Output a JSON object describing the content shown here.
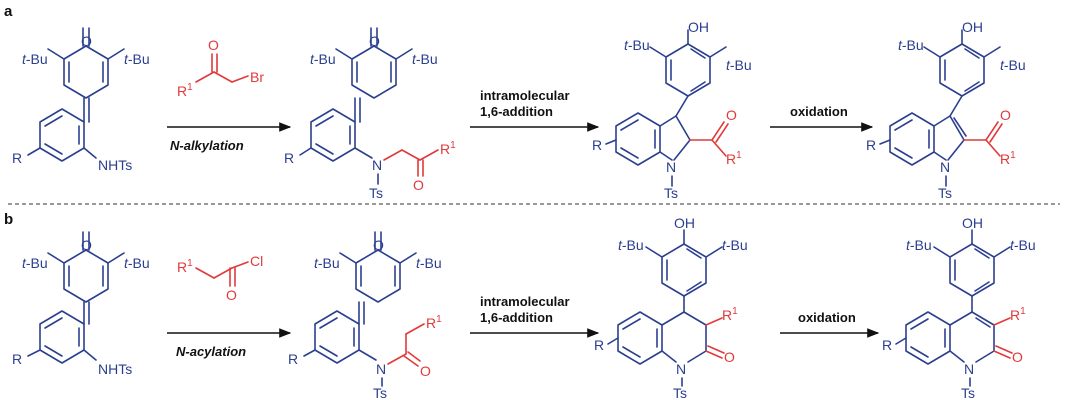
{
  "panels": {
    "a": "a",
    "b": "b"
  },
  "atoms": {
    "O": "O",
    "OH": "OH",
    "tBu_t": "t",
    "tBu_rest": "-Bu",
    "R": "R",
    "R1_base": "R",
    "R1_sup": "1",
    "N": "N",
    "Ts": "Ts",
    "NHTs": "NHTs",
    "Br": "Br",
    "Cl": "Cl"
  },
  "row_a": {
    "step1_label": "N-alkylation",
    "step2_label_line1": "intramolecular",
    "step2_label_line2": "1,6-addition",
    "step3_label": "oxidation"
  },
  "row_b": {
    "step1_label": "N-acylation",
    "step2_label_line1": "intramolecular",
    "step2_label_line2": "1,6-addition",
    "step3_label": "oxidation"
  },
  "colors": {
    "blue": "#2b3f8f",
    "red": "#e03a3a",
    "black": "#111111"
  }
}
